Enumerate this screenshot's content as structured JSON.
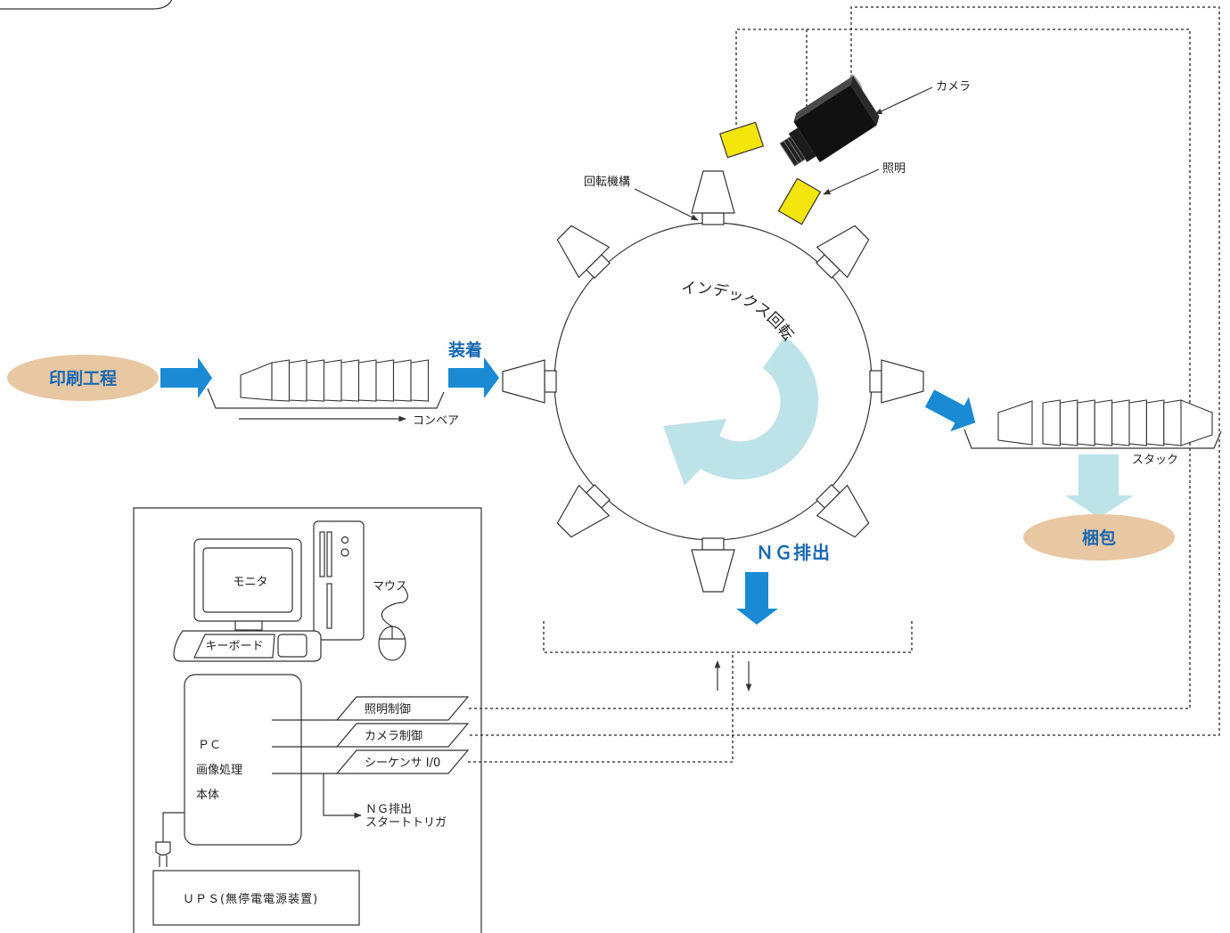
{
  "process": {
    "printing": "印刷工程",
    "mounting": "装着",
    "conveyor": "コンベア",
    "rotation_mechanism": "回転機構",
    "index_rotation": "インデックス回転",
    "camera": "カメラ",
    "lighting": "照明",
    "ng_ejection": "ＮＧ排出",
    "stack": "スタック",
    "packing": "梱包"
  },
  "pc_system": {
    "monitor": "モニタ",
    "keyboard": "キーボード",
    "mouse": "マウス",
    "pc_body_lines": [
      "ＰＣ",
      "画像処理",
      "本体"
    ],
    "io_ports": [
      "照明制御",
      "カメラ制御",
      "シーケンサ I/0"
    ],
    "ng_trigger_lines": [
      "ＮＧ排出",
      "スタートトリガ"
    ],
    "ups": "ＵＰＳ(無停電電源装置)"
  },
  "colors": {
    "flow_arrow": "#1a8ad4",
    "label_text": "#1768b3",
    "oval_fill": "#e8c7a3",
    "rotation_arrow": "#bde3e9",
    "light_fill": "#f3e40c",
    "camera_body": "#111111"
  }
}
